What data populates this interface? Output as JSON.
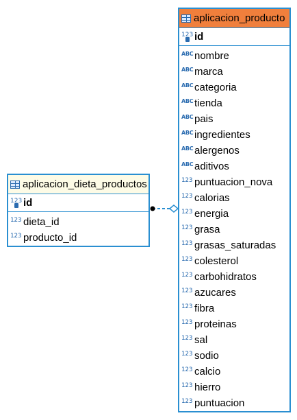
{
  "entities": {
    "dieta_productos": {
      "title": "aplicacion_dieta_productos",
      "pk": {
        "type": "123",
        "name": "id"
      },
      "columns": [
        {
          "type": "123",
          "name": "dieta_id"
        },
        {
          "type": "123",
          "name": "producto_id"
        }
      ]
    },
    "producto": {
      "title": "aplicacion_producto",
      "pk": {
        "type": "123",
        "name": "id"
      },
      "columns": [
        {
          "type": "ABC",
          "name": "nombre"
        },
        {
          "type": "ABC",
          "name": "marca"
        },
        {
          "type": "ABC",
          "name": "categoria"
        },
        {
          "type": "ABC",
          "name": "tienda"
        },
        {
          "type": "ABC",
          "name": "pais"
        },
        {
          "type": "ABC",
          "name": "ingredientes"
        },
        {
          "type": "ABC",
          "name": "alergenos"
        },
        {
          "type": "ABC",
          "name": "aditivos"
        },
        {
          "type": "123",
          "name": "puntuacion_nova"
        },
        {
          "type": "123",
          "name": "calorias"
        },
        {
          "type": "123",
          "name": "energia"
        },
        {
          "type": "123",
          "name": "grasa"
        },
        {
          "type": "123",
          "name": "grasas_saturadas"
        },
        {
          "type": "123",
          "name": "colesterol"
        },
        {
          "type": "123",
          "name": "carbohidratos"
        },
        {
          "type": "123",
          "name": "azucares"
        },
        {
          "type": "123",
          "name": "fibra"
        },
        {
          "type": "123",
          "name": "proteinas"
        },
        {
          "type": "123",
          "name": "sal"
        },
        {
          "type": "123",
          "name": "sodio"
        },
        {
          "type": "123",
          "name": "calcio"
        },
        {
          "type": "123",
          "name": "hierro"
        },
        {
          "type": "123",
          "name": "puntuacion"
        }
      ]
    }
  },
  "colors": {
    "border": "#2a8fd1",
    "header_default": "#fdfbe6",
    "header_selected": "#f07f3c",
    "connector": "#2a8fd1"
  }
}
